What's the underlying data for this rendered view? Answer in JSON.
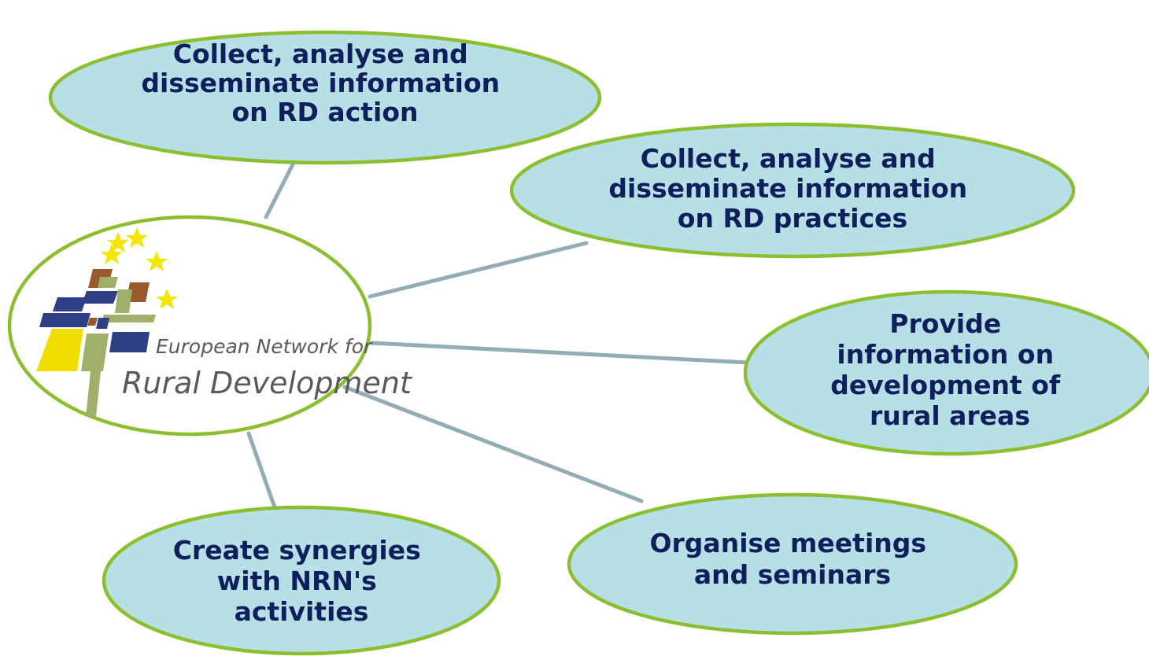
{
  "center": {
    "logo_line1": "European Network for",
    "logo_line2": "Rural Development"
  },
  "nodes": [
    {
      "lines": [
        "Collect, analyse and",
        "disseminate information",
        "on RD action"
      ]
    },
    {
      "lines": [
        "Collect, analyse and",
        "disseminate information",
        "on RD practices"
      ]
    },
    {
      "lines": [
        "Provide",
        "information on",
        "development of",
        "rural areas"
      ]
    },
    {
      "lines": [
        "Organise meetings",
        "and seminars"
      ]
    },
    {
      "lines": [
        "Create synergies",
        "with NRN's",
        "activities"
      ]
    }
  ],
  "colors": {
    "bubble_fill": "#b7dfe6",
    "bubble_outline": "#8cbf2f",
    "connector": "#93adb5",
    "text": "#0f1f5c",
    "star": "#f3e600",
    "logo_navy": "#2e3f86",
    "logo_yellow": "#f0de00",
    "logo_green": "#9fb06b",
    "logo_brown": "#9a5a2c"
  }
}
